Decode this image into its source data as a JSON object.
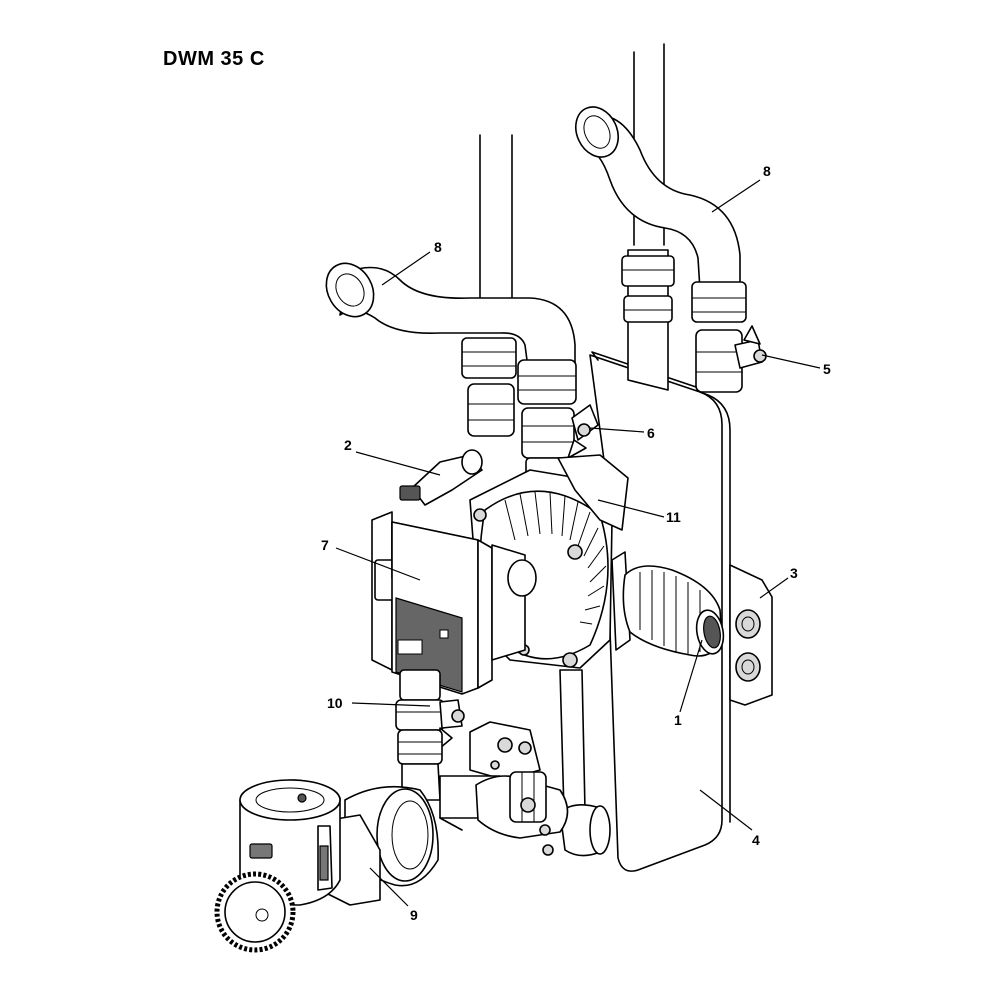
{
  "title": "DWM 35 C",
  "callouts": [
    {
      "id": "c8a",
      "label": "8"
    },
    {
      "id": "c8b",
      "label": "8"
    },
    {
      "id": "c5",
      "label": "5"
    },
    {
      "id": "c6",
      "label": "6"
    },
    {
      "id": "c2",
      "label": "2"
    },
    {
      "id": "c11",
      "label": "11"
    },
    {
      "id": "c7",
      "label": "7"
    },
    {
      "id": "c3",
      "label": "3"
    },
    {
      "id": "c1",
      "label": "1"
    },
    {
      "id": "c10",
      "label": "10"
    },
    {
      "id": "c4",
      "label": "4"
    },
    {
      "id": "c9",
      "label": "9"
    }
  ],
  "colors": {
    "line": "#000000",
    "shade": "#d9d9d9",
    "background": "#ffffff"
  }
}
